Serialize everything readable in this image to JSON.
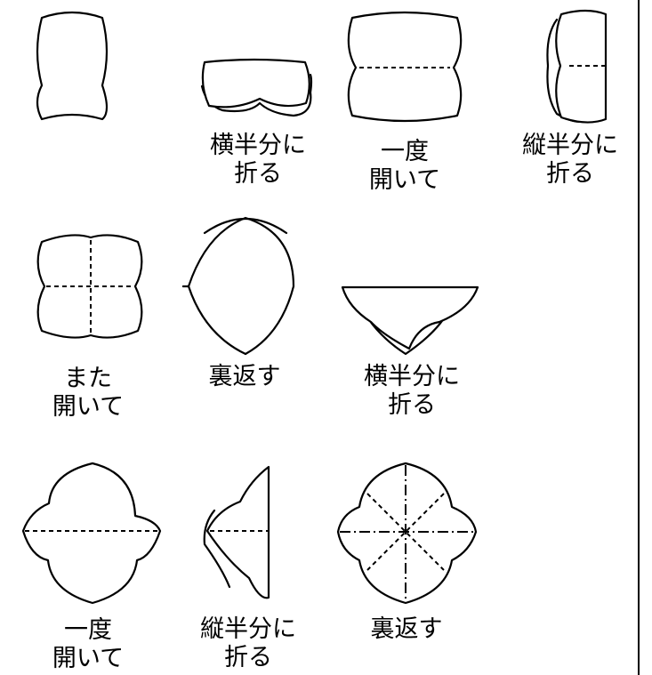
{
  "steps": [
    {
      "line1": "",
      "line2": ""
    },
    {
      "line1": "横半分に",
      "line2": "折る"
    },
    {
      "line1": "一度",
      "line2": "開いて"
    },
    {
      "line1": "縦半分に",
      "line2": "折る"
    },
    {
      "line1": "また",
      "line2": "開いて"
    },
    {
      "line1": "裏返す",
      "line2": ""
    },
    {
      "line1": "横半分に",
      "line2": "折る"
    },
    {
      "line1": "一度",
      "line2": "開いて"
    },
    {
      "line1": "縦半分に",
      "line2": "折る"
    },
    {
      "line1": "裏返す",
      "line2": ""
    }
  ]
}
